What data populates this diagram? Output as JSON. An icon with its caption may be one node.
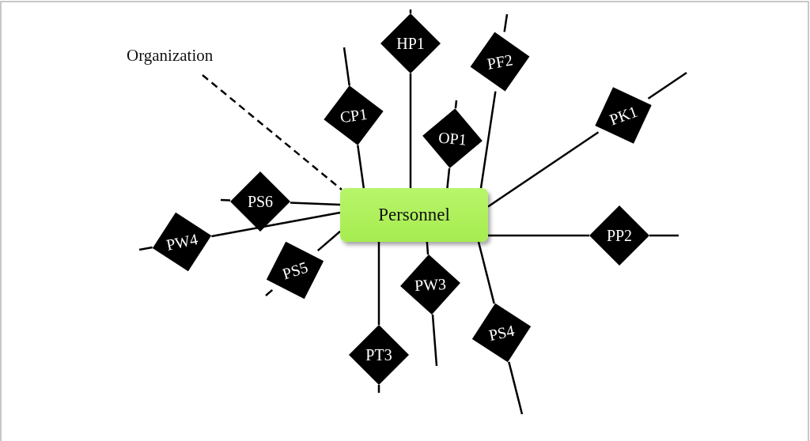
{
  "diagram": {
    "nodes": [
      {
        "text": [
          "Organization"
        ]
      },
      {
        "text": [
          "HP1"
        ]
      },
      {
        "text": [
          "PF2"
        ]
      },
      {
        "text": [
          "CP1"
        ]
      },
      {
        "text": [
          "PK1"
        ]
      },
      {
        "text": [
          "OP1"
        ]
      },
      {
        "text": [
          "Personnel"
        ]
      },
      {
        "text": [
          "PS6"
        ]
      },
      {
        "text": [
          "PW4"
        ]
      },
      {
        "text": [
          "PP2"
        ]
      },
      {
        "text": [
          "PS5"
        ]
      },
      {
        "text": [
          "PW3"
        ]
      },
      {
        "text": [
          "PS4"
        ]
      },
      {
        "text": [
          "PT3"
        ]
      }
    ],
    "edges": [
      {
        "from": 0,
        "to": 6,
        "arrow": "none",
        "style": "dashed"
      },
      {
        "from": 6,
        "to": 1,
        "arrow": "none"
      },
      {
        "from": 1,
        "to": null,
        "arrow": "none"
      },
      {
        "from": 6,
        "to": 2,
        "arrow": "none"
      },
      {
        "from": 2,
        "to": null,
        "arrow": "none"
      },
      {
        "from": 6,
        "to": 3,
        "arrow": "none"
      },
      {
        "from": 3,
        "to": null,
        "arrow": "none"
      },
      {
        "from": 6,
        "to": 4,
        "arrow": "none"
      },
      {
        "from": 4,
        "to": null,
        "arrow": "none"
      },
      {
        "from": 6,
        "to": 5,
        "arrow": "none"
      },
      {
        "from": 5,
        "to": null,
        "arrow": "none"
      },
      {
        "from": 6,
        "to": 7,
        "arrow": "none"
      },
      {
        "from": 7,
        "to": null,
        "arrow": "none"
      },
      {
        "from": 6,
        "to": 8,
        "arrow": "none"
      },
      {
        "from": 8,
        "to": null,
        "arrow": "none"
      },
      {
        "from": 6,
        "to": 9,
        "arrow": "none"
      },
      {
        "from": 9,
        "to": null,
        "arrow": "none"
      },
      {
        "from": 6,
        "to": 10,
        "arrow": "none"
      },
      {
        "from": 10,
        "to": null,
        "arrow": "none"
      },
      {
        "from": 6,
        "to": 11,
        "arrow": "none"
      },
      {
        "from": 11,
        "to": null,
        "arrow": "none"
      },
      {
        "from": 6,
        "to": 12,
        "arrow": "none"
      },
      {
        "from": 12,
        "to": null,
        "arrow": "none"
      },
      {
        "from": 6,
        "to": 13,
        "arrow": "none"
      },
      {
        "from": 13,
        "to": null,
        "arrow": "none"
      }
    ]
  }
}
